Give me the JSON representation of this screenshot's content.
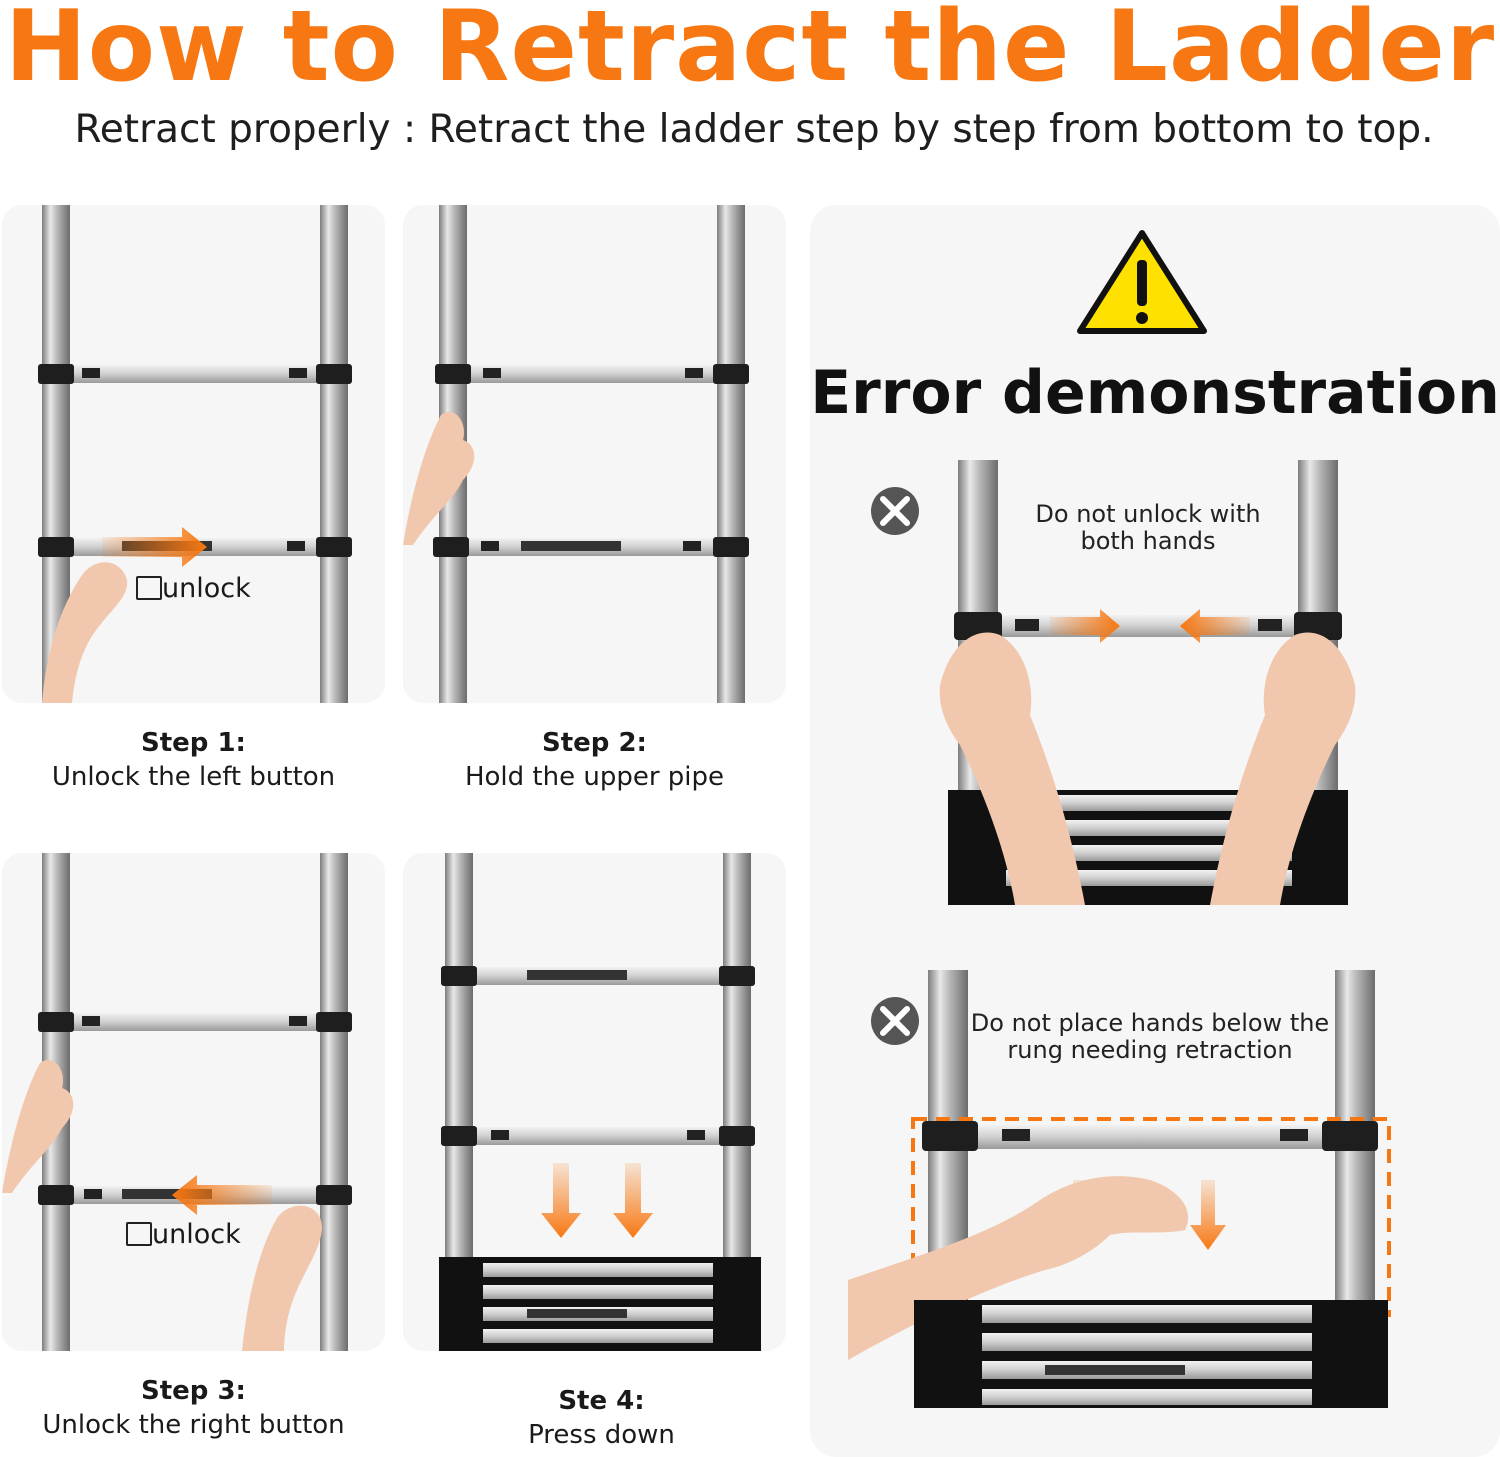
{
  "header": {
    "title": "How to Retract the Ladder",
    "subtitle": "Retract properly : Retract the ladder step by step from bottom to top."
  },
  "steps": [
    {
      "heading": "Step 1:",
      "text": "Unlock the left button",
      "badge": "unlock"
    },
    {
      "heading": "Step 2:",
      "text": "Hold the upper pipe"
    },
    {
      "heading": "Step 3:",
      "text": "Unlock the right button",
      "badge": "unlock"
    },
    {
      "heading": "Ste 4:",
      "text": "Press down"
    }
  ],
  "errors": {
    "title": "Error demonstration",
    "items": [
      {
        "text": "Do not unlock with both hands"
      },
      {
        "text": "Do not place hands below the rung needing retraction"
      }
    ]
  },
  "colors": {
    "accent": "#f77812",
    "warning": "#ffe100"
  },
  "icons": [
    "warning-icon",
    "x-circle-icon",
    "unlock-icon",
    "arrow-icon"
  ]
}
